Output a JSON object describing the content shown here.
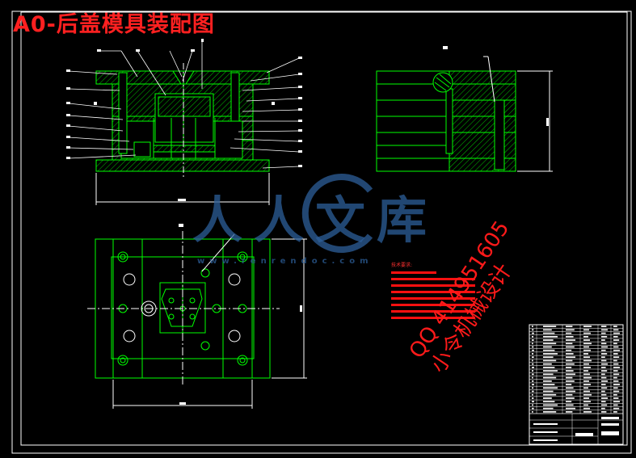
{
  "drawing": {
    "title": "A0-后盖模具装配图",
    "technical_requirements_title": "技术要求:",
    "colors": {
      "background": "#000000",
      "outline": "#00ff00",
      "hatch": "#00cc00",
      "border": "#ffffff",
      "dimension": "#ffffff",
      "title_text": "#ff2020",
      "note_bars": "#ff1010",
      "watermark_blue": "#2d5f9a"
    }
  },
  "watermarks": {
    "site_name": "人人文库",
    "site_url": "www.renrendoc.com",
    "contact_line1": "QQ 414951605",
    "contact_line2": "小令机械设计"
  }
}
